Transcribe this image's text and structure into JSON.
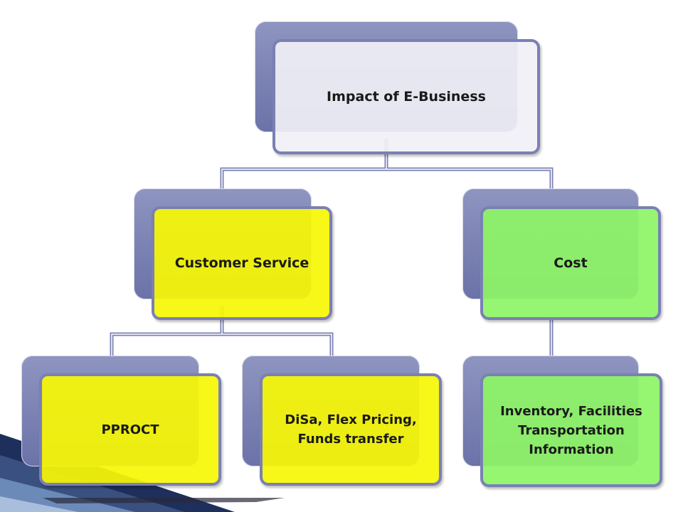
{
  "diagram": {
    "root": {
      "label": "Impact of E-Business"
    },
    "customer_service": {
      "label": "Customer Service"
    },
    "cost": {
      "label": "Cost"
    },
    "pproct": {
      "label": "PPROCT"
    },
    "disa": {
      "label": "DiSa, Flex Pricing,\nFunds transfer"
    },
    "inventory": {
      "label": "Inventory, Facilities\nTransportation\nInformation"
    }
  },
  "colors": {
    "card_back": "#6a72a8",
    "border": "#7a80b4",
    "root_fill": "#f0f0f6",
    "yellow_fill": "#f6f606",
    "green_fill": "#8ef466"
  }
}
